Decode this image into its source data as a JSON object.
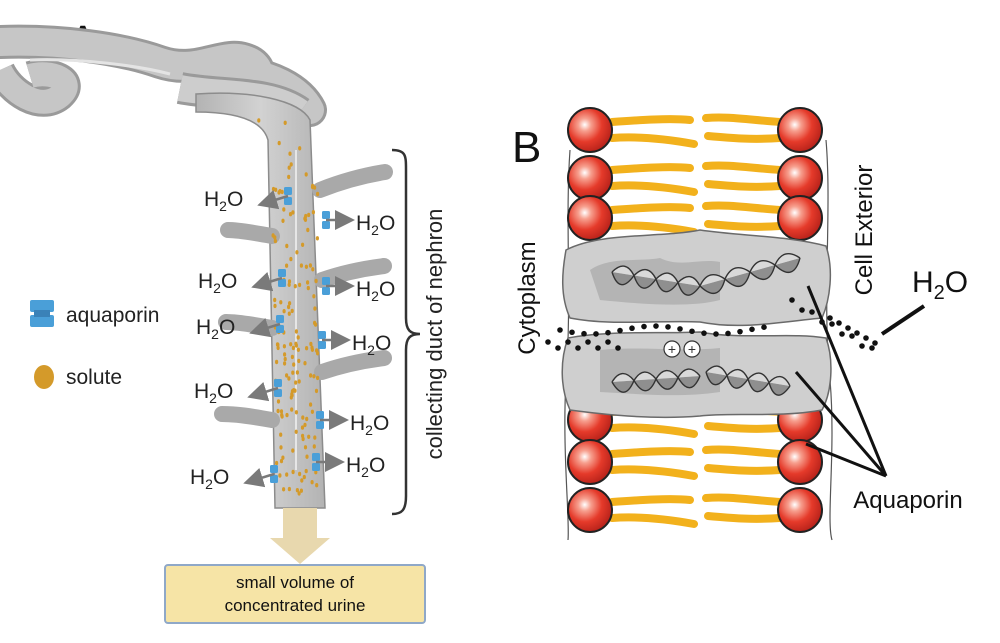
{
  "panel_a": {
    "letter": "A",
    "water": {
      "label": "H",
      "subscript": "2",
      "suffix": "O"
    },
    "legend": {
      "aquaporin_label": "aquaporin",
      "solute_label": "solute",
      "aquaporin_color": "#4a9fd8",
      "solute_color": "#d49a2a"
    },
    "duct_label": "collecting duct of nephron",
    "urine_box": {
      "line1": "small volume of",
      "line2": "concentrated urine"
    }
  },
  "panel_b": {
    "letter": "B",
    "cytoplasm_label": "Cytoplasm",
    "exterior_label": "Cell Exterior",
    "water": {
      "label": "H",
      "subscript": "2",
      "suffix": "O"
    },
    "aquaporin_label": "Aquaporin",
    "charge_symbol": "+"
  },
  "colors": {
    "duct_fill": "#c8c8c8",
    "lipid_head": "#e53a2a",
    "lipid_tail": "#f2b11c",
    "arrow": "#7a7a7a",
    "urine_fill": "#f6e4a6",
    "urine_border": "#8fa8c8"
  }
}
